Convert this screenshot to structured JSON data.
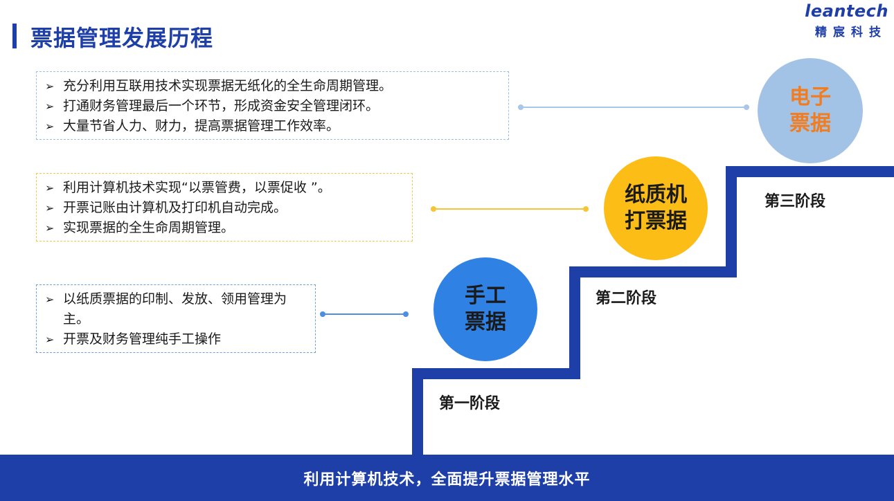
{
  "header": {
    "title": "票据管理发展历程",
    "logo_en": "leantech",
    "logo_cn": "精宸科技"
  },
  "boxes": [
    {
      "items": [
        "充分利用互联用技术实现票据无纸化的全生命周期管理。",
        "打通财务管理最后一个环节，形成资金安全管理闭环。",
        "大量节省人力、财力，提高票据管理工作效率。"
      ]
    },
    {
      "items": [
        "利用计算机技术实现“以票管费，以票促收 ”。",
        "开票记账由计算机及打印机自动完成。",
        "实现票据的全生命周期管理。"
      ]
    },
    {
      "items": [
        "以纸质票据的印制、发放、领用管理为主。",
        "开票及财务管理纯手工操作"
      ]
    }
  ],
  "circles": [
    {
      "line1": "手工",
      "line2": "票据"
    },
    {
      "line1": "纸质机",
      "line2": "打票据"
    },
    {
      "line1": "电子",
      "line2": "票据"
    }
  ],
  "stages": [
    "第一阶段",
    "第二阶段",
    "第三阶段"
  ],
  "footer": {
    "text": "利用计算机技术，全面提升票据管理水平"
  },
  "colors": {
    "brand_blue": "#1f3fa8",
    "circle1": "#2f82e4",
    "circle2": "#fbbd16",
    "circle3": "#a3c3e6",
    "circle3_text": "#f27c1e"
  }
}
